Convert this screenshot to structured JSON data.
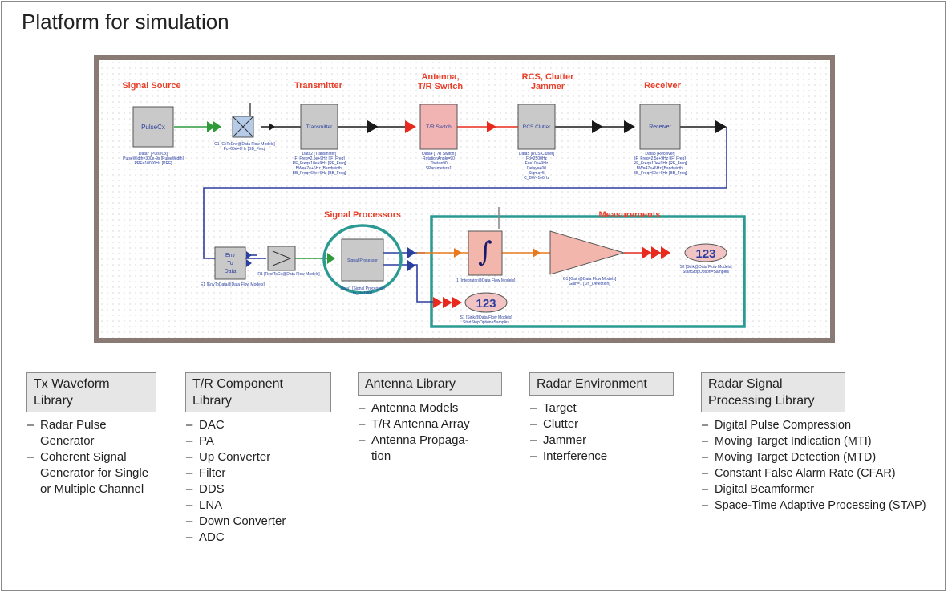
{
  "title": "Platform for simulation",
  "diagram": {
    "stage_labels": {
      "signal_source": "Signal Source",
      "transmitter": "Transmitter",
      "antenna": [
        "Antenna,",
        "T/R Switch"
      ],
      "rcs": [
        "RCS, Clutter",
        "Jammer"
      ],
      "receiver": "Receiver",
      "signal_processors": "Signal Processors",
      "measurements": "Measurements"
    },
    "block_labels": {
      "pulsecx": "PulseCx",
      "transmitter": "Transmitter",
      "tr_switch": "T/R Switch",
      "rcs_clutter": "RCS Clutter",
      "receiver": "Receiver",
      "env_to_data": [
        "Env",
        "To",
        "Data"
      ],
      "signal_processor": "Signal Processor",
      "sink_value": "123"
    },
    "params": {
      "pulsecx": [
        "Data7 [PulseCx]",
        "PulseWidth=300e-9s [PulseWidth]",
        "PRF=10000Hz [PRF]"
      ],
      "cxtoenv": [
        "C1 [CxToEnv@Data Flow Models]",
        "Fc=60e+6Hz [BB_Freq]"
      ],
      "transmitter": [
        "Data2 [Transmitter]",
        "IF_Freq=2.5e+9Hz [IF_Freq]",
        "RF_Freq=10e+9Hz [RF_Freq]",
        "BW=47e+6Hz [Bandwidth]",
        "BB_Freq=60e+6Hz [BB_Freq]"
      ],
      "tr_switch": [
        "Data4 [T/R Switch]",
        "RotationAngle=90",
        "Theta=90",
        "SParameter=1"
      ],
      "rcs_clutter": [
        "Data5 [RCS Clutter]",
        "Fd=2500Hz",
        "Fc=10e+9Hz",
        "Delay=400",
        "Sigma=5",
        "C_BW=1e6Hz"
      ],
      "receiver": [
        "Data8 [Receiver]",
        "IF_Freq=2.5e+9Hz [IF_Freq]",
        "RF_Freq=10e+9Hz [RF_Freq]",
        "BW=47e+6Hz [Bandwidth]",
        "BB_Freq=60e+6Hz [BB_Freq]"
      ],
      "env_to_data": [
        "E1 [EnvToData@Data Flow Models]"
      ],
      "rect_to_cx": [
        "R1 [RectToCx@Data Flow Models]"
      ],
      "signal_processor": [
        "Data1 [Signal Processor]",
        "m_N=1000"
      ],
      "integrator": [
        "I1 [Integrator@Data Flow Models]"
      ],
      "gain": [
        "G1 [Gain@Data Flow Models]",
        "Gain=1 [1/n_Detection]"
      ],
      "sink2": [
        "S2 [Sink@Data Flow Models]",
        "StartStopOption=Samples"
      ],
      "sink1": [
        "S1 [Sink@Data Flow Models]",
        "StartStopOption=Samples"
      ]
    },
    "colors": {
      "stage_label": "#e8402a",
      "outer_border": "#8a7a74",
      "measurement_border": "#2a9a92",
      "block_fill": "#c9c9c9",
      "switch_fill": "#f2b3b3",
      "pink_fill": "#f2b6ad",
      "wire_blue": "#2b3fa0",
      "arrow_red": "#e82a1e",
      "arrow_green": "#2e9a3a"
    }
  },
  "libraries": [
    {
      "header": [
        "Tx Waveform",
        "Library"
      ],
      "items": [
        "Radar Pulse Generator",
        "Coherent Signal Generator for Single or Multiple Channel"
      ]
    },
    {
      "header": [
        "T/R Component",
        "Library"
      ],
      "items": [
        "DAC",
        "PA",
        "Up Converter",
        "Filter",
        "DDS",
        "LNA",
        "Down Converter",
        "ADC"
      ]
    },
    {
      "header": [
        "Antenna Library"
      ],
      "items": [
        "Antenna Models",
        "T/R Antenna Array",
        "Antenna Propaga-tion"
      ]
    },
    {
      "header": [
        "Radar Environment"
      ],
      "items": [
        "Target",
        "Clutter",
        "Jammer",
        "Interference"
      ]
    },
    {
      "header": [
        "Radar Signal",
        "Processing Library"
      ],
      "items": [
        "Digital Pulse Compression",
        "Moving Target Indication (MTI)",
        "Moving Target Detection (MTD)",
        "Constant False Alarm Rate (CFAR)",
        "Digital Beamformer",
        "Space-Time Adaptive Processing (STAP)"
      ]
    }
  ]
}
